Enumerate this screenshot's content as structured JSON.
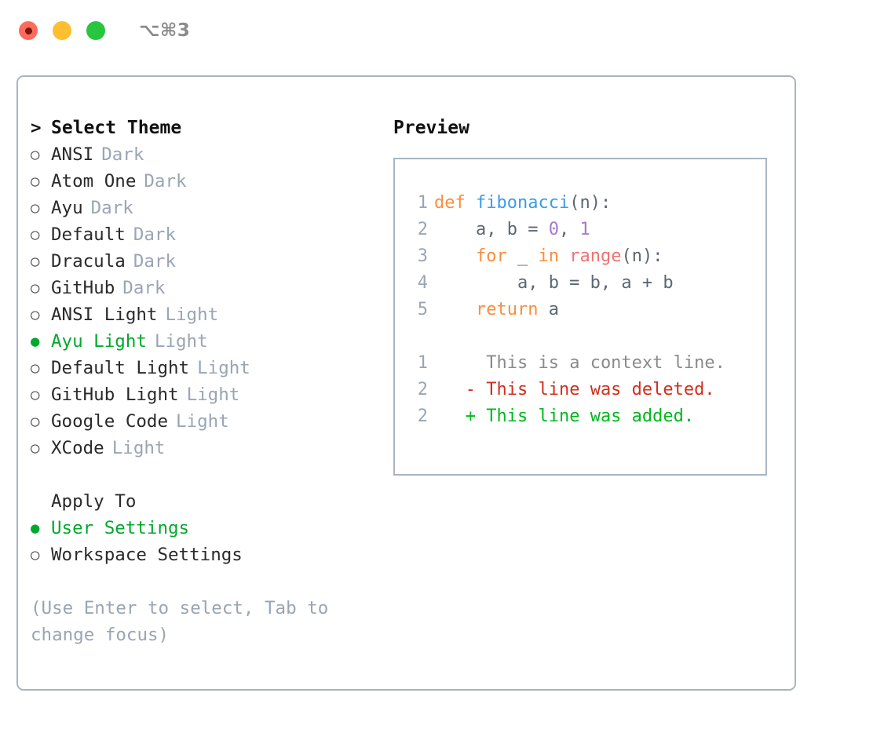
{
  "window": {
    "shortcut_label": "⌥⌘3",
    "traffic_lights": [
      {
        "name": "close-recording-dot",
        "color": "#fd6b5d"
      },
      {
        "name": "minimize-dot",
        "color": "#fdbe30"
      },
      {
        "name": "maximize-dot",
        "color": "#27c63e"
      }
    ]
  },
  "accent": {
    "green": "#00a82d",
    "muted": "#9aa5b4",
    "border": "#a9b4c2"
  },
  "theme_picker": {
    "header": "Select Theme",
    "caret": ">",
    "radio_off": "○",
    "radio_on": "●",
    "items": [
      {
        "label": "ANSI",
        "tag": "Dark",
        "selected": false
      },
      {
        "label": "Atom One",
        "tag": "Dark",
        "selected": false
      },
      {
        "label": "Ayu",
        "tag": "Dark",
        "selected": false
      },
      {
        "label": "Default",
        "tag": "Dark",
        "selected": false
      },
      {
        "label": "Dracula",
        "tag": "Dark",
        "selected": false
      },
      {
        "label": "GitHub",
        "tag": "Dark",
        "selected": false
      },
      {
        "label": "ANSI Light",
        "tag": "Light",
        "selected": false
      },
      {
        "label": "Ayu Light",
        "tag": "Light",
        "selected": true
      },
      {
        "label": "Default Light",
        "tag": "Light",
        "selected": false
      },
      {
        "label": "GitHub Light",
        "tag": "Light",
        "selected": false
      },
      {
        "label": "Google Code",
        "tag": "Light",
        "selected": false
      },
      {
        "label": "XCode",
        "tag": "Light",
        "selected": false
      }
    ]
  },
  "apply_to": {
    "title": "Apply To",
    "items": [
      {
        "label": "User Settings",
        "selected": true
      },
      {
        "label": "Workspace Settings",
        "selected": false
      }
    ]
  },
  "hint": "(Use Enter to select, Tab to change focus)",
  "preview": {
    "title": "Preview",
    "code_lines": [
      {
        "num": "1",
        "tokens": [
          {
            "text": "def ",
            "kind": "kw"
          },
          {
            "text": "fibonacci",
            "kind": "fn"
          },
          {
            "text": "(n):",
            "kind": "plain"
          }
        ]
      },
      {
        "num": "2",
        "tokens": [
          {
            "text": "    a, b = ",
            "kind": "plain"
          },
          {
            "text": "0",
            "kind": "num"
          },
          {
            "text": ", ",
            "kind": "plain"
          },
          {
            "text": "1",
            "kind": "num"
          }
        ]
      },
      {
        "num": "3",
        "tokens": [
          {
            "text": "    ",
            "kind": "plain"
          },
          {
            "text": "for",
            "kind": "kw"
          },
          {
            "text": " _ ",
            "kind": "plain"
          },
          {
            "text": "in",
            "kind": "kw"
          },
          {
            "text": " ",
            "kind": "plain"
          },
          {
            "text": "range",
            "kind": "call"
          },
          {
            "text": "(n):",
            "kind": "plain"
          }
        ]
      },
      {
        "num": "4",
        "tokens": [
          {
            "text": "        a, b = b, a + b",
            "kind": "plain"
          }
        ]
      },
      {
        "num": "5",
        "tokens": [
          {
            "text": "    ",
            "kind": "plain"
          },
          {
            "text": "return",
            "kind": "kw"
          },
          {
            "text": " a",
            "kind": "plain"
          }
        ]
      }
    ],
    "diff_lines": [
      {
        "num": "1",
        "sign": " ",
        "text": " This is a context line.",
        "kind": "ctx"
      },
      {
        "num": "2",
        "sign": "-",
        "text": " This line was deleted.",
        "kind": "del"
      },
      {
        "num": "2",
        "sign": "+",
        "text": " This line was added.",
        "kind": "add"
      }
    ]
  }
}
